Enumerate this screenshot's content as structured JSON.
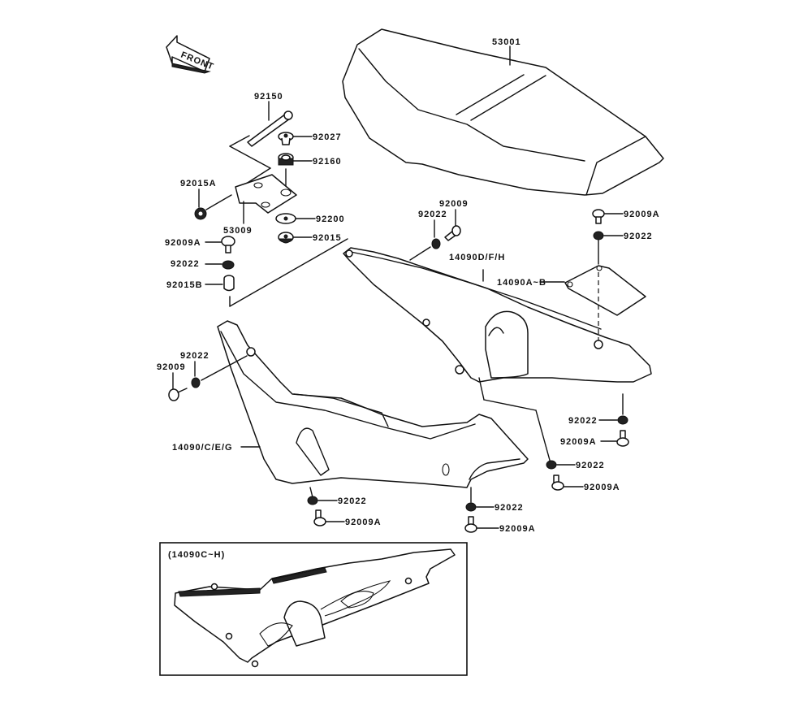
{
  "diagram": {
    "title": "Seat / Side Covers parts diagram",
    "front_arrow_label": "FRONT",
    "inset_label": "(14090C~H)",
    "parts": {
      "seat": "53001",
      "bolt_92150": "92150",
      "collar_92027": "92027",
      "damper_92160": "92160",
      "nut_92015A": "92015A",
      "bracket_53009": "53009",
      "washer_92200": "92200",
      "grommet_92015": "92015",
      "bolt_92009A_left": "92009A",
      "nut_92022_left": "92022",
      "nut_92015B": "92015B",
      "nut_92022_mid_left": "92022",
      "bolt_92009_mid_left": "92009",
      "cover_left": "14090/C/E/G",
      "bolt_92009_top": "92009",
      "nut_92022_top": "92022",
      "cover_right": "14090D/F/H",
      "bolt_92009A_right_top": "92009A",
      "nut_92022_right_top": "92022",
      "plate_14090AB": "14090A~B",
      "nut_92022_right_1": "92022",
      "bolt_92009A_right_1": "92009A",
      "nut_92022_right_2": "92022",
      "bolt_92009A_right_2": "92009A",
      "nut_92022_bottom_left": "92022",
      "bolt_92009A_bottom_left": "92009A",
      "nut_92022_bottom_right": "92022",
      "bolt_92009A_bottom_right": "92009A"
    }
  }
}
